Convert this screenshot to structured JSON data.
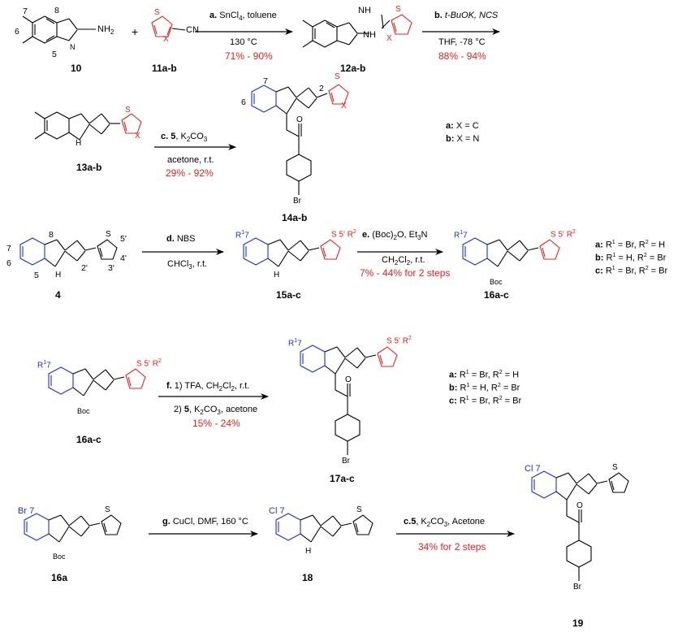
{
  "colors": {
    "red": "#e8201c",
    "blue": "#1a33d6",
    "black": "#000000"
  },
  "row1": {
    "cmpd_10": "10",
    "cmpd_11": "11a-b",
    "cmpd_12": "12a-b",
    "plus": "+",
    "nh2": "NH",
    "sub2": "2",
    "cn": "CN",
    "stepA_letter": "a.",
    "stepA_reagent": "SnCl",
    "stepA_sub": "4",
    "stepA_solvent": ", toluene",
    "stepA_temp": "130 °C",
    "stepA_yield": "71% - 90%",
    "stepB_letter": "b.",
    "stepB_reagent": "t-BuOK, NCS",
    "stepB_cond": "THF, -78 °C",
    "stepB_yield": "88% - 94%",
    "nums_10": [
      "7",
      "8",
      "6",
      "5"
    ],
    "nh_imine": "NH",
    "nh_amine": "NH",
    "het_x": "X",
    "het_s": "S"
  },
  "row2": {
    "cmpd_13": "13a-b",
    "cmpd_14": "14a-b",
    "stepC_letter": "c.",
    "stepC_5": "5",
    "stepC_reagent": ", K",
    "stepC_sub": "2",
    "stepC_co3": "CO",
    "stepC_sub3": "3",
    "stepC_cond": "acetone, r.t.",
    "stepC_yield": "29% - 92%",
    "legend_a": "a:",
    "legend_a_text": "X = C",
    "legend_b": "b:",
    "legend_b_text": "X = N",
    "br": "Br",
    "o": "O",
    "n": "N",
    "h": "H",
    "nums_14": [
      "7",
      "6",
      "2"
    ]
  },
  "row3": {
    "cmpd_4": "4",
    "cmpd_15": "15a-c",
    "cmpd_16": "16a-c",
    "stepD_letter": "d.",
    "stepD_reagent": "NBS",
    "stepD_cond": "CHCl",
    "stepD_sub": "3",
    "stepD_rt": ", r.t.",
    "stepE_letter": "e.",
    "stepE_reagent": "(Boc)",
    "stepE_sub": "2",
    "stepE_rest": "O, Et",
    "stepE_sub3": "3",
    "stepE_n": "N",
    "stepE_cond": "CH",
    "stepE_cl": "Cl",
    "stepE_rt": ", r.t.",
    "stepE_yield": "7% - 44% for 2 steps",
    "nums_4": [
      "8",
      "7",
      "6",
      "5",
      "5'",
      "4'",
      "3'",
      "2'"
    ],
    "boc": "Boc",
    "legend": [
      {
        "key": "a:",
        "r1": "Br",
        "r2": "H"
      },
      {
        "key": "b:",
        "r1": "H",
        "r2": "Br"
      },
      {
        "key": "c:",
        "r1": "Br",
        "r2": "Br"
      }
    ]
  },
  "row4": {
    "cmpd_16": "16a-c",
    "cmpd_17": "17a-c",
    "stepF_letter": "f.",
    "stepF_line1": "1) TFA, CH",
    "stepF_cl": "Cl",
    "stepF_rt": ", r.t.",
    "stepF_line2_pre": "2) ",
    "stepF_5": "5",
    "stepF_line2": ", K",
    "stepF_co3": "CO",
    "stepF_acetone": ", acetone",
    "stepF_yield": "15% - 24%"
  },
  "row5": {
    "cmpd_16a": "16a",
    "cmpd_18": "18",
    "cmpd_19": "19",
    "stepG_letter": "g.",
    "stepG_reagent": "CuCl, DMF, 160 °C",
    "stepC2_letter": "c.",
    "stepC2_5": "5",
    "stepC2_reagent": ", K",
    "stepC2_co3": "CO",
    "stepC2_acetone": ", Acetone",
    "stepC2_yield": "34% for 2 steps",
    "br": "Br",
    "cl": "Cl",
    "seven": "7"
  }
}
